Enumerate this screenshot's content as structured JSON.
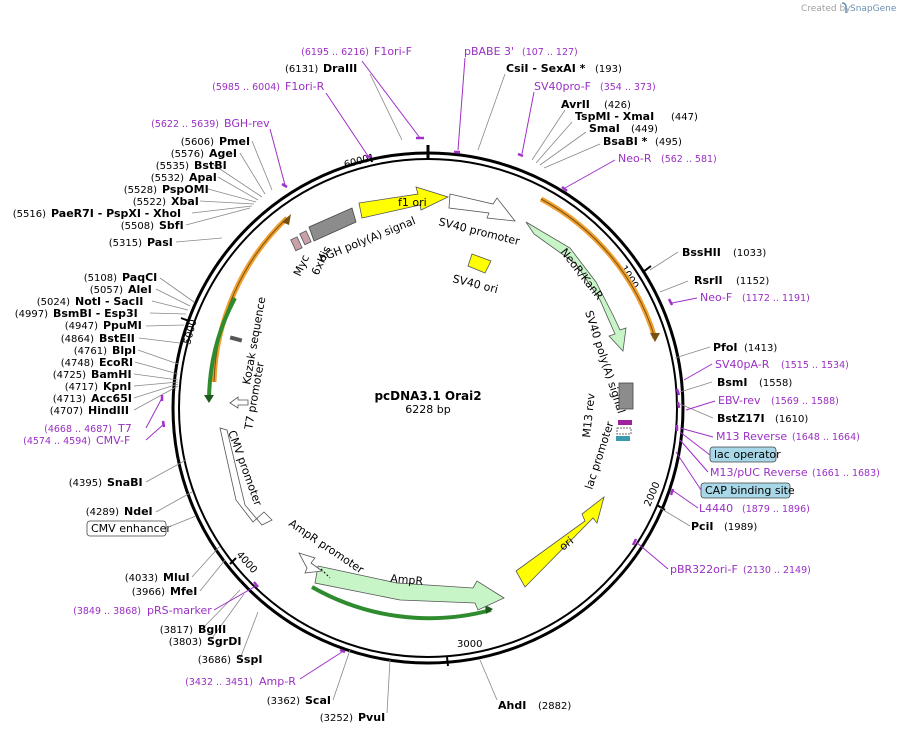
{
  "plasmid": {
    "name": "pcDNA3.1 Orai2",
    "size": "6228 bp"
  },
  "credit": {
    "prefix": "Created by",
    "brand": "SnapGene"
  },
  "ticks": [
    "1000",
    "2000",
    "3000",
    "4000",
    "5000",
    "6000"
  ],
  "features": {
    "f1_ori": "f1 ori",
    "sv40_promoter": "SV40 promoter",
    "sv40_ori": "SV40 ori",
    "neor": "NeoR/KanR",
    "sv40_polya": "SV40 poly(A) signal",
    "m13_rev": "M13 rev",
    "lac_promoter": "lac promoter",
    "ori": "ori",
    "ampr": "AmpR",
    "ampr_promoter": "AmpR promoter",
    "cmv_promoter": "CMV promoter",
    "t7_promoter": "T7 promoter",
    "kozak": "Kozak sequence",
    "bgh": "bGH poly(A) signal",
    "myc": "Myc",
    "his": "6xHis"
  },
  "boxes": {
    "lac_operator": "lac operator",
    "cap_site": "CAP binding site",
    "cmv_enhancer": "CMV enhancer"
  },
  "enzymes_top": [
    {
      "pos": "(6131)",
      "name": "DraIII"
    },
    {
      "pos": "",
      "name": "CsiI  - SexAI *",
      "pos2": "(193)"
    },
    {
      "pos": "",
      "name": "AvrII",
      "pos2": "(426)"
    },
    {
      "pos": "",
      "name": "TspMI  - XmaI",
      "pos2": "(447)"
    },
    {
      "pos": "",
      "name": "SmaI",
      "pos2": "(449)"
    },
    {
      "pos": "",
      "name": "BsaBI *",
      "pos2": "(495)"
    }
  ],
  "enzymes_right": [
    {
      "name": "BssHII",
      "pos": "(1033)"
    },
    {
      "name": "RsrII",
      "pos": "(1152)"
    },
    {
      "name": "PfoI",
      "pos": "(1413)"
    },
    {
      "name": "BsmI",
      "pos": "(1558)"
    },
    {
      "name": "BstZ17I",
      "pos": "(1610)"
    },
    {
      "name": "PciI",
      "pos": "(1989)"
    },
    {
      "name": "AhdI",
      "pos": "(2882)"
    }
  ],
  "enzymes_left": [
    {
      "pos": "(5606)",
      "name": "PmeI"
    },
    {
      "pos": "(5576)",
      "name": "AgeI"
    },
    {
      "pos": "(5535)",
      "name": "BstBI"
    },
    {
      "pos": "(5532)",
      "name": "ApaI"
    },
    {
      "pos": "(5528)",
      "name": "PspOMI"
    },
    {
      "pos": "(5522)",
      "name": "XbaI"
    },
    {
      "pos": "(5516)",
      "name": "PaeR7I   - PspXI   - XhoI"
    },
    {
      "pos": "(5508)",
      "name": "SbfI"
    },
    {
      "pos": "(5315)",
      "name": "PasI"
    },
    {
      "pos": "(5108)",
      "name": "PaqCI"
    },
    {
      "pos": "(5057)",
      "name": "AleI"
    },
    {
      "pos": "(5024)",
      "name": "NotI  - SacII"
    },
    {
      "pos": "(4997)",
      "name": "BsmBI   - Esp3I"
    },
    {
      "pos": "(4947)",
      "name": "PpuMI"
    },
    {
      "pos": "(4864)",
      "name": "BstEII"
    },
    {
      "pos": "(4761)",
      "name": "BlpI"
    },
    {
      "pos": "(4748)",
      "name": "EcoRI"
    },
    {
      "pos": "(4725)",
      "name": "BamHI"
    },
    {
      "pos": "(4717)",
      "name": "KpnI"
    },
    {
      "pos": "(4713)",
      "name": "Acc65I"
    },
    {
      "pos": "(4707)",
      "name": "HindIII"
    },
    {
      "pos": "(4395)",
      "name": "SnaBI"
    },
    {
      "pos": "(4289)",
      "name": "NdeI"
    },
    {
      "pos": "(4033)",
      "name": "MluI"
    },
    {
      "pos": "(3966)",
      "name": "MfeI"
    },
    {
      "pos": "(3817)",
      "name": "BglII"
    },
    {
      "pos": "(3803)",
      "name": "SgrDI"
    },
    {
      "pos": "(3686)",
      "name": "SspI"
    },
    {
      "pos": "(3362)",
      "name": "ScaI"
    },
    {
      "pos": "(3252)",
      "name": "PvuI"
    }
  ],
  "primers": [
    {
      "range": "(6195 .. 6216)",
      "name": "F1ori-F"
    },
    {
      "name": "pBABE 3'",
      "range": "(107 .. 127)"
    },
    {
      "range": "(5985 .. 6004)",
      "name": "F1ori-R"
    },
    {
      "name": "SV40pro-F",
      "range": "(354 .. 373)"
    },
    {
      "range": "(5622 .. 5639)",
      "name": "BGH-rev"
    },
    {
      "name": "Neo-R",
      "range": "(562 .. 581)"
    },
    {
      "name": "Neo-F",
      "range": "(1172 .. 1191)"
    },
    {
      "name": "SV40pA-R",
      "range": "(1515 .. 1534)"
    },
    {
      "name": "EBV-rev",
      "range": "(1569 .. 1588)"
    },
    {
      "name": "M13 Reverse",
      "range": "(1648 .. 1664)"
    },
    {
      "name": "M13/pUC Reverse",
      "range": "(1661 .. 1683)"
    },
    {
      "name": "L4440",
      "range": "(1879 .. 1896)"
    },
    {
      "name": "pBR322ori-F",
      "range": "(2130 .. 2149)"
    },
    {
      "range": "(4668 .. 4687)",
      "name": "T7"
    },
    {
      "range": "(4574 .. 4594)",
      "name": "CMV-F"
    },
    {
      "range": "(3849 .. 3868)",
      "name": "pRS-marker"
    },
    {
      "range": "(3432 .. 3451)",
      "name": "Amp-R"
    }
  ],
  "colors": {
    "ring": "#000000",
    "primer": "#9a2fc4",
    "f1_ori": "#ffff00",
    "ori": "#ffff00",
    "marker": "#c8f5c8",
    "orf_orange": "#f0a030",
    "orf_green": "#2e8b2e",
    "polya": "#8c8c8c",
    "lac_operator": "#a8d8e8",
    "cap_site": "#a8d8e8"
  }
}
